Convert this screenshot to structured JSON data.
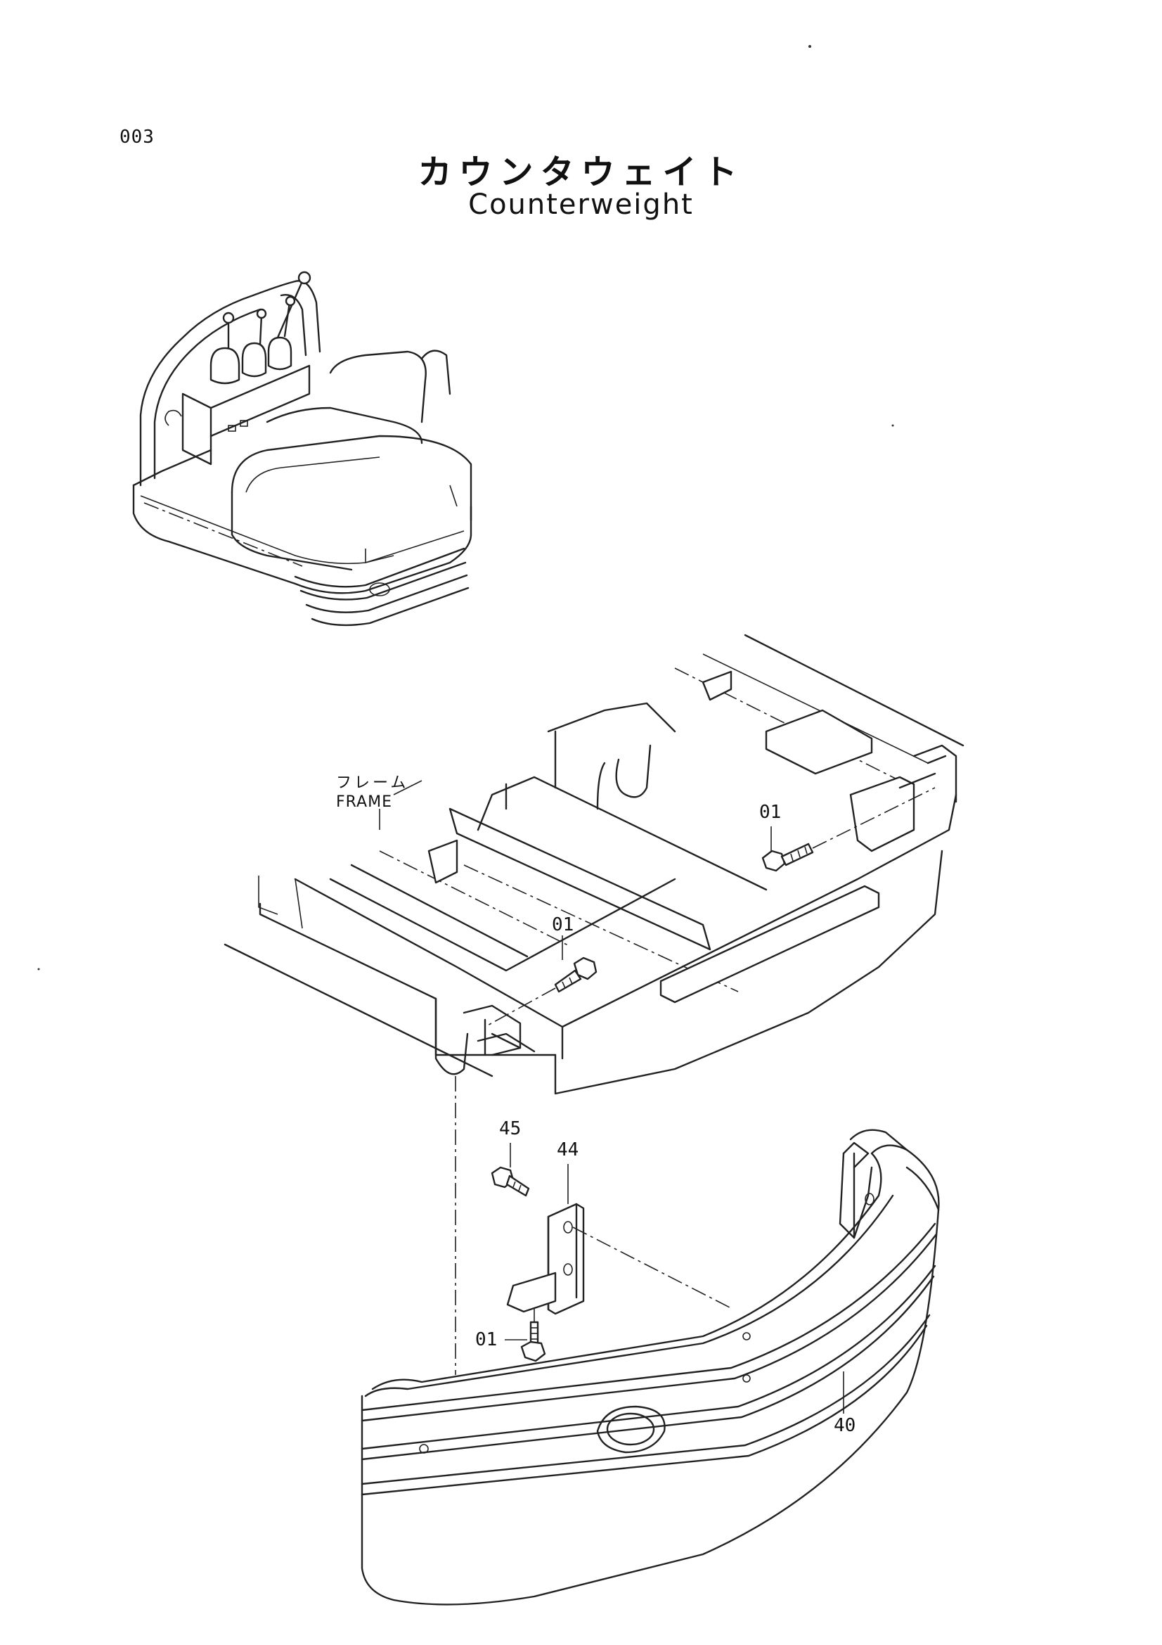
{
  "page_number": "003",
  "title_ja": "カウンタウェイト",
  "title_en": "Counterweight",
  "frame_label": {
    "ja": "フレーム",
    "en": "FRAME"
  },
  "callouts": {
    "bolt_frame_right": "01",
    "bolt_frame_left": "01",
    "bolt_bracket_upper": "45",
    "bracket": "44",
    "bolt_bracket_lower": "01",
    "counterweight": "40"
  }
}
